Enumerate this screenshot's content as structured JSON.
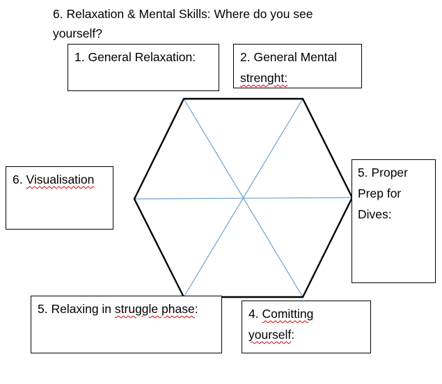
{
  "title_line1": "6. Relaxation & Mental Skills: Where do you see",
  "title_line2": "yourself?",
  "boxes": {
    "general_relaxation": {
      "text": "1. General Relaxation:"
    },
    "general_mental": {
      "line1": "2. General Mental",
      "line2": "strenght:"
    },
    "proper_prep": {
      "line1": "5. Proper",
      "line2": "Prep for",
      "line3": "Dives:"
    },
    "visualisation": {
      "prefix": "6. ",
      "word": "Visualisation"
    },
    "relaxing_struggle": {
      "prefix": "5. Relaxing in ",
      "word": "struggle phase",
      "suffix": ":"
    },
    "comitting_yourself": {
      "prefix": "4. ",
      "word1": "Comitting",
      "word2": "yourself",
      "suffix": ":"
    }
  },
  "colors": {
    "outline": "#000000",
    "spokes": "#6f9fd0",
    "spellcheck": "#d00000"
  }
}
